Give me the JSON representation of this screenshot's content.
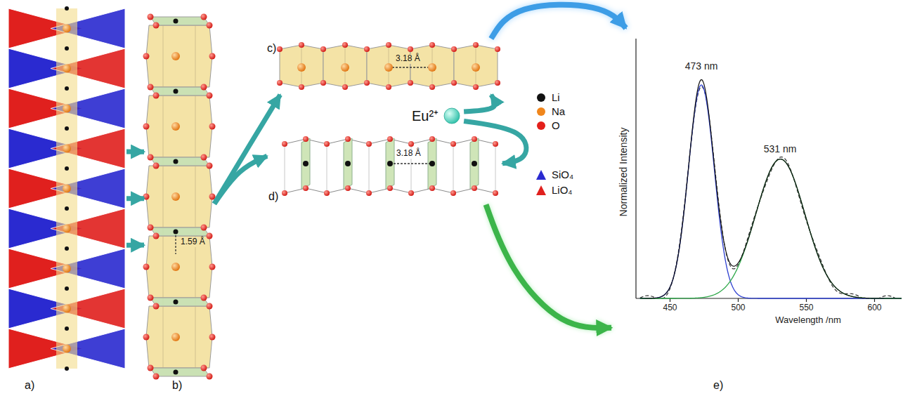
{
  "diagram": {
    "nodes": [
      {
        "text": [
          "a)"
        ]
      },
      {
        "text": [
          "b)",
          "1.59 Å"
        ]
      },
      {
        "text": [
          "c)",
          "3.18 Å"
        ]
      },
      {
        "text": [
          "Eu²⁺"
        ]
      },
      {
        "text": [
          "d)",
          "3.18 Å"
        ]
      },
      {
        "text": [
          "e)"
        ]
      }
    ],
    "edges": [
      {
        "from": 0,
        "to": 1,
        "arrow": "to"
      },
      {
        "from": 0,
        "to": 1,
        "arrow": "to"
      },
      {
        "from": 0,
        "to": 1,
        "arrow": "to"
      },
      {
        "from": 1,
        "to": 2,
        "arrow": "to"
      },
      {
        "from": 1,
        "to": 4,
        "arrow": "to"
      },
      {
        "from": 3,
        "to": 2,
        "arrow": "to"
      },
      {
        "from": 3,
        "to": 4,
        "arrow": "to"
      },
      {
        "from": 2,
        "to": 5,
        "arrow": "to"
      },
      {
        "from": 4,
        "to": 5,
        "arrow": "to"
      }
    ],
    "labels": [
      "473 nm",
      "531 nm",
      "Normalized Intensity",
      "450",
      "500",
      "550",
      "600",
      "Wavelength /nm"
    ],
    "legend": [
      {
        "text": "Li",
        "color": "#111111"
      },
      {
        "text": "Na",
        "color": "#f0861c"
      },
      {
        "text": "O",
        "color": "#e3201b"
      },
      {
        "text": "SiO₄",
        "color": "#2a2ad0"
      },
      {
        "text": "LiO₄",
        "color": "#e0201e"
      }
    ]
  }
}
